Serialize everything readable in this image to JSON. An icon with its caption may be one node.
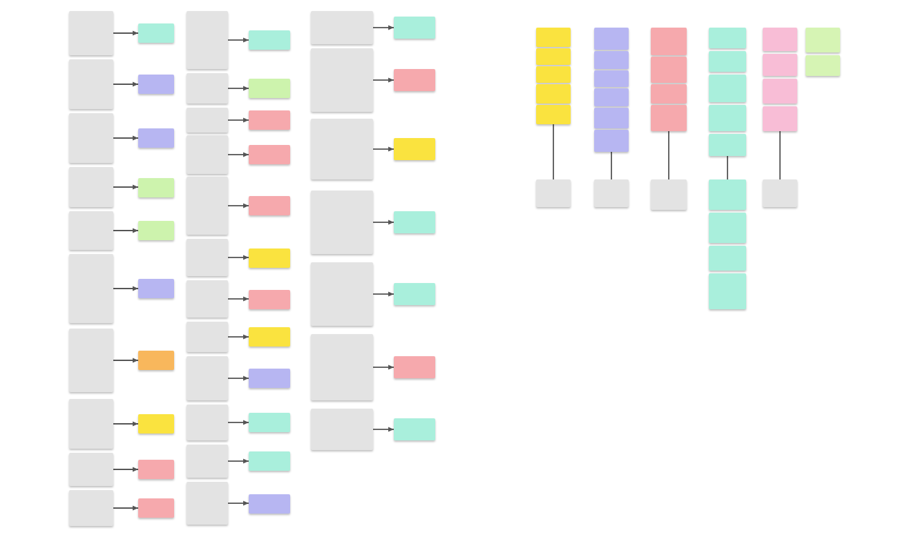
{
  "diagram": {
    "nodes": [
      {
        "text": [],
        "shape": "box"
      },
      {
        "text": [],
        "shape": "box"
      },
      {
        "text": [],
        "shape": "box"
      },
      {
        "text": [],
        "shape": "box"
      },
      {
        "text": [],
        "shape": "box"
      },
      {
        "text": [],
        "shape": "box"
      },
      {
        "text": [],
        "shape": "box"
      },
      {
        "text": [],
        "shape": "box"
      },
      {
        "text": [],
        "shape": "box"
      },
      {
        "text": [],
        "shape": "box"
      },
      {
        "text": [],
        "shape": "box"
      },
      {
        "text": [],
        "shape": "box"
      },
      {
        "text": [],
        "shape": "box"
      },
      {
        "text": [],
        "shape": "box"
      },
      {
        "text": [],
        "shape": "box"
      },
      {
        "text": [],
        "shape": "box"
      },
      {
        "text": [],
        "shape": "box"
      },
      {
        "text": [],
        "shape": "box"
      },
      {
        "text": [],
        "shape": "box"
      },
      {
        "text": [],
        "shape": "box"
      },
      {
        "text": [],
        "shape": "box"
      },
      {
        "text": [],
        "shape": "box"
      },
      {
        "text": [],
        "shape": "box"
      },
      {
        "text": [],
        "shape": "box"
      },
      {
        "text": [],
        "shape": "box"
      },
      {
        "text": [],
        "shape": "box"
      },
      {
        "text": [],
        "shape": "box"
      },
      {
        "text": [],
        "shape": "box"
      },
      {
        "text": [],
        "shape": "box"
      },
      {
        "text": [],
        "shape": "box"
      },
      {
        "text": [],
        "shape": "box"
      },
      {
        "text": [],
        "shape": "box"
      },
      {
        "text": [],
        "shape": "box"
      },
      {
        "text": [],
        "shape": "box"
      },
      {
        "text": [],
        "shape": "box"
      },
      {
        "text": [],
        "shape": "box"
      },
      {
        "text": [],
        "shape": "box"
      },
      {
        "text": [],
        "shape": "box"
      },
      {
        "text": [],
        "shape": "box"
      },
      {
        "text": [],
        "shape": "box"
      },
      {
        "text": [],
        "shape": "box"
      },
      {
        "text": [],
        "shape": "box"
      },
      {
        "text": [],
        "shape": "box"
      },
      {
        "text": [],
        "shape": "box"
      },
      {
        "text": [],
        "shape": "box"
      },
      {
        "text": [],
        "shape": "box"
      },
      {
        "text": [],
        "shape": "box"
      },
      {
        "text": [],
        "shape": "box"
      },
      {
        "text": [],
        "shape": "box"
      },
      {
        "text": [],
        "shape": "box"
      },
      {
        "text": [],
        "shape": "box"
      },
      {
        "text": [],
        "shape": "box"
      },
      {
        "text": [],
        "shape": "box"
      },
      {
        "text": [],
        "shape": "box"
      },
      {
        "text": [],
        "shape": "box"
      },
      {
        "text": [],
        "shape": "box"
      },
      {
        "text": [],
        "shape": "box"
      },
      {
        "text": [],
        "shape": "box"
      },
      {
        "text": [],
        "shape": "box"
      },
      {
        "text": [],
        "shape": "box"
      },
      {
        "text": [],
        "shape": "box"
      },
      {
        "text": [],
        "shape": "box"
      },
      {
        "text": [],
        "shape": "box"
      },
      {
        "text": [],
        "shape": "box"
      },
      {
        "text": [],
        "shape": "box"
      },
      {
        "text": [],
        "shape": "box"
      },
      {
        "text": [],
        "shape": "box"
      },
      {
        "text": [],
        "shape": "box"
      },
      {
        "text": [],
        "shape": "box"
      },
      {
        "text": [],
        "shape": "box"
      },
      {
        "text": [],
        "shape": "box"
      },
      {
        "text": [],
        "shape": "box"
      },
      {
        "text": [],
        "shape": "box"
      },
      {
        "text": [],
        "shape": "box"
      },
      {
        "text": [],
        "shape": "box"
      },
      {
        "text": [],
        "shape": "box"
      },
      {
        "text": [],
        "shape": "box"
      },
      {
        "text": [],
        "shape": "box"
      },
      {
        "text": [],
        "shape": "box"
      },
      {
        "text": [],
        "shape": "box"
      },
      {
        "text": [],
        "shape": "box"
      },
      {
        "text": [],
        "shape": "box"
      },
      {
        "text": [],
        "shape": "box"
      },
      {
        "text": [],
        "shape": "box"
      },
      {
        "text": [],
        "shape": "box"
      },
      {
        "text": [],
        "shape": "box"
      },
      {
        "text": [],
        "shape": "box"
      },
      {
        "text": [],
        "shape": "box"
      },
      {
        "text": [],
        "shape": "box"
      },
      {
        "text": [],
        "shape": "box"
      },
      {
        "text": [],
        "shape": "box"
      },
      {
        "text": [],
        "shape": "box"
      }
    ],
    "edges": [
      {
        "from": 0,
        "to": 10,
        "arrow": "to"
      },
      {
        "from": 1,
        "to": 11,
        "arrow": "to"
      },
      {
        "from": 2,
        "to": 12,
        "arrow": "to"
      },
      {
        "from": 3,
        "to": 13,
        "arrow": "to"
      },
      {
        "from": 4,
        "to": 14,
        "arrow": "to"
      },
      {
        "from": 5,
        "to": 15,
        "arrow": "to"
      },
      {
        "from": 6,
        "to": 16,
        "arrow": "to"
      },
      {
        "from": 7,
        "to": 17,
        "arrow": "to"
      },
      {
        "from": 8,
        "to": 18,
        "arrow": "to"
      },
      {
        "from": 9,
        "to": 19,
        "arrow": "to"
      },
      {
        "from": 20,
        "to": 32,
        "arrow": "to"
      },
      {
        "from": 21,
        "to": 33,
        "arrow": "to"
      },
      {
        "from": 22,
        "to": 34,
        "arrow": "to"
      },
      {
        "from": 23,
        "to": 35,
        "arrow": "to"
      },
      {
        "from": 24,
        "to": 36,
        "arrow": "to"
      },
      {
        "from": 25,
        "to": 37,
        "arrow": "to"
      },
      {
        "from": 26,
        "to": 38,
        "arrow": "to"
      },
      {
        "from": 27,
        "to": 39,
        "arrow": "to"
      },
      {
        "from": 28,
        "to": 40,
        "arrow": "to"
      },
      {
        "from": 29,
        "to": 41,
        "arrow": "to"
      },
      {
        "from": 30,
        "to": 42,
        "arrow": "to"
      },
      {
        "from": 31,
        "to": 43,
        "arrow": "to"
      },
      {
        "from": 44,
        "to": 51,
        "arrow": "to"
      },
      {
        "from": 45,
        "to": 52,
        "arrow": "to"
      },
      {
        "from": 46,
        "to": 53,
        "arrow": "to"
      },
      {
        "from": 47,
        "to": 54,
        "arrow": "to"
      },
      {
        "from": 48,
        "to": 55,
        "arrow": "to"
      },
      {
        "from": 49,
        "to": 56,
        "arrow": "to"
      },
      {
        "from": 50,
        "to": 57,
        "arrow": "to"
      },
      {
        "from": 62,
        "to": 63,
        "arrow": "none"
      },
      {
        "from": 69,
        "to": 70,
        "arrow": "none"
      },
      {
        "from": 74,
        "to": 75,
        "arrow": "none"
      },
      {
        "from": 80,
        "to": 81,
        "arrow": "none"
      },
      {
        "from": 88,
        "to": 89,
        "arrow": "none"
      }
    ]
  }
}
